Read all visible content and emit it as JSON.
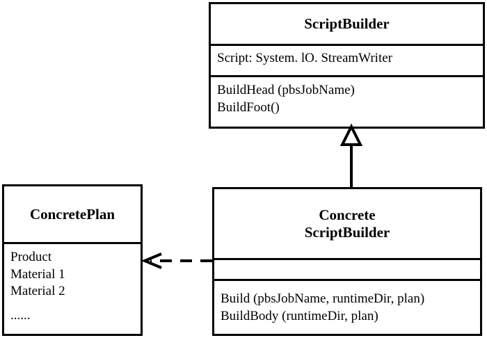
{
  "diagram": {
    "kind": "uml-class-diagram",
    "background_color": "#ffffff",
    "line_color": "#000000",
    "classes": [
      {
        "id": "scriptbuilder",
        "name_lines": [
          "ScriptBuilder"
        ],
        "attributes": [
          "Script: System. lO. StreamWriter"
        ],
        "methods": [
          "BuildHead (pbsJobName)",
          "BuildFoot()"
        ]
      },
      {
        "id": "concreteplan",
        "name_lines": [
          "ConcretePlan"
        ],
        "attributes": [
          "Product",
          "Material 1",
          "Material 2",
          "......"
        ],
        "methods": []
      },
      {
        "id": "concretescriptbuilder",
        "name_lines": [
          "Concrete",
          "ScriptBuilder"
        ],
        "attributes": [],
        "methods": [
          "Build (pbsJobName, runtimeDir, plan)",
          "BuildBody (runtimeDir, plan)"
        ]
      }
    ],
    "relationships": [
      {
        "id": "generalization",
        "type": "generalization",
        "label": "",
        "from": "concretescriptbuilder",
        "to": "scriptbuilder",
        "line_style": "solid",
        "arrow_head": "hollow-triangle"
      },
      {
        "id": "dependency",
        "type": "dependency",
        "label": "",
        "from": "concretescriptbuilder",
        "to": "concreteplan",
        "line_style": "dashed",
        "arrow_head": "open-arrow"
      }
    ]
  }
}
